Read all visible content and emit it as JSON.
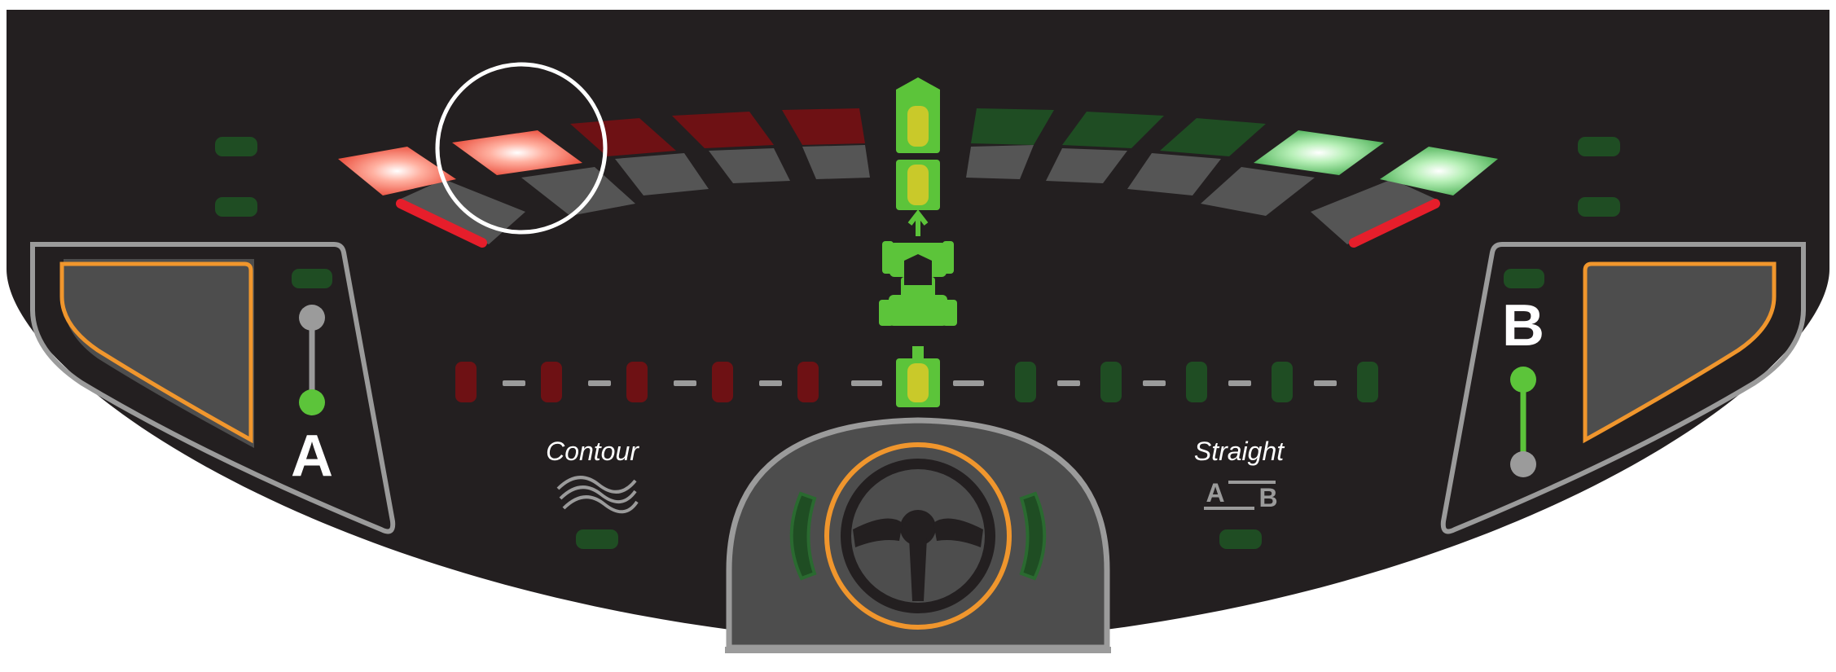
{
  "panel": {
    "left_point_label": "A",
    "right_point_label": "B",
    "contour_label": "Contour",
    "straight_label": "Straight",
    "straight_icon": {
      "a": "A",
      "b": "B"
    }
  },
  "icons": {
    "contour_icon": "wavy-lines-icon",
    "straight_icon": "ab-line-icon",
    "steering_icon": "steering-wheel-icon",
    "tractor_icon": "tractor-icon"
  },
  "colors": {
    "panel_bg": "#231f20",
    "accent_orange": "#f0962d",
    "green_lit": "#5cc43a",
    "green_dim": "#1f4d23",
    "red_lit": "#ff6a4a",
    "red_dim": "#6e1114",
    "center_yellow": "#c9c92a",
    "highlight_circle": "#ffffff"
  },
  "guidance": {
    "left_segments": [
      "lit",
      "lit",
      "dim",
      "dim",
      "dim"
    ],
    "right_segments": [
      "dim",
      "dim",
      "dim",
      "lit",
      "lit"
    ],
    "left_indicators": 5,
    "right_indicators": 5,
    "highlight_circle_target": "left-segment-2"
  },
  "status": {
    "point_a_set": true,
    "point_b_set": true,
    "contour_mode_active": false,
    "straight_mode_active": false
  }
}
